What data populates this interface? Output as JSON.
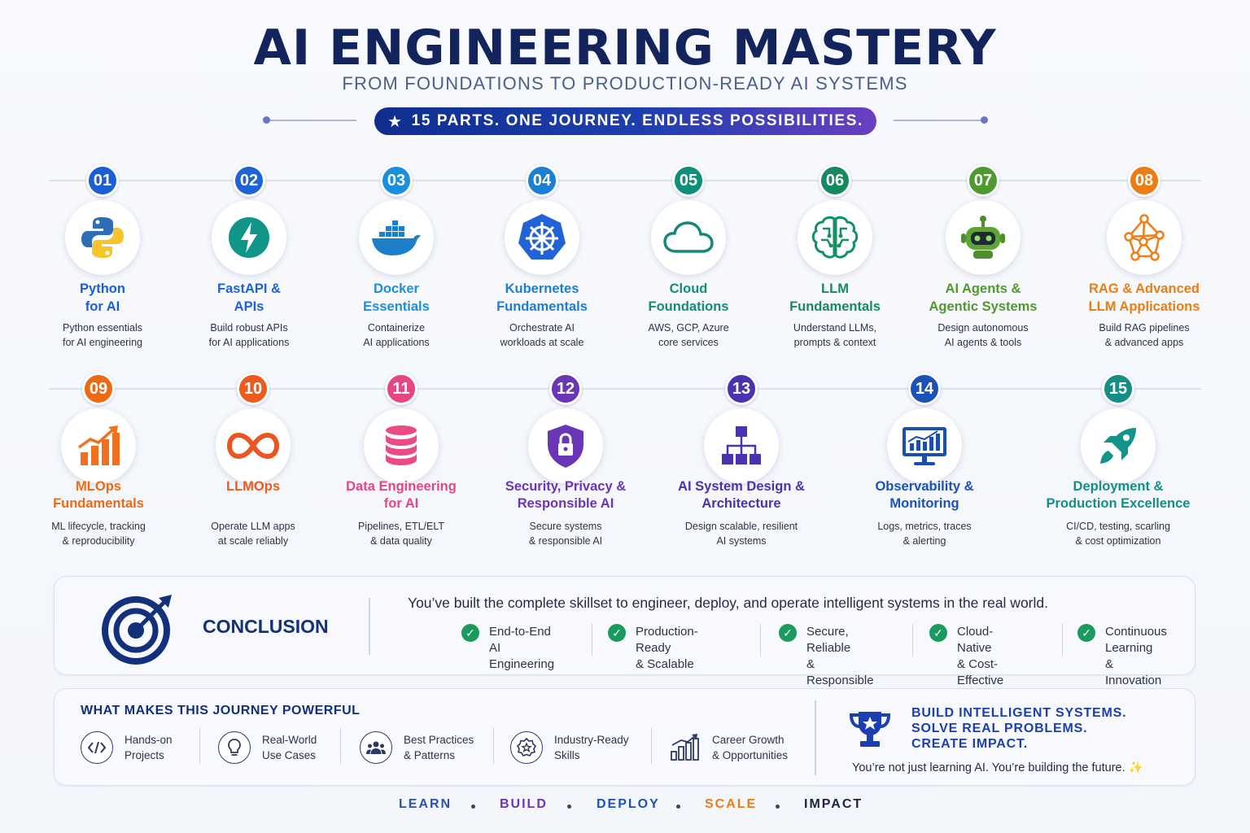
{
  "header": {
    "title": "AI ENGINEERING MASTERY",
    "subtitle": "FROM FOUNDATIONS TO PRODUCTION-READY AI SYSTEMS",
    "banner": "15 PARTS. ONE JOURNEY. ENDLESS POSSIBILITIES."
  },
  "steps": [
    {
      "num": "01",
      "title": "Python\nfor AI",
      "desc": "Python essentials\nfor AI engineering",
      "color": "#1a5fd6",
      "icon": "python-icon"
    },
    {
      "num": "02",
      "title": "FastAPI &\nAPIs",
      "desc": "Build robust APIs\nfor AI applications",
      "color": "#1f63d9",
      "icon": "fastapi-icon"
    },
    {
      "num": "03",
      "title": "Docker\nEssentials",
      "desc": "Containerize\nAI applications",
      "color": "#1a8fe0",
      "icon": "docker-icon"
    },
    {
      "num": "04",
      "title": "Kubernetes\nFundamentals",
      "desc": "Orchestrate AI\nworkloads at scale",
      "color": "#1a7fd6",
      "icon": "kubernetes-icon"
    },
    {
      "num": "05",
      "title": "Cloud\nFoundations",
      "desc": "AWS, GCP, Azure\ncore services",
      "color": "#0e8f7a",
      "icon": "cloud-icon"
    },
    {
      "num": "06",
      "title": "LLM\nFundamentals",
      "desc": "Understand LLMs,\nprompts & context",
      "color": "#148a5e",
      "icon": "brain-icon"
    },
    {
      "num": "07",
      "title": "AI Agents &\nAgentic Systems",
      "desc": "Design autonomous\nAI agents & tools",
      "color": "#4f9a2e",
      "icon": "robot-icon"
    },
    {
      "num": "08",
      "title": "RAG & Advanced\nLLM Applications",
      "desc": "Build RAG pipelines\n& advanced apps",
      "color": "#ec7d12",
      "icon": "network-icon"
    },
    {
      "num": "09",
      "title": "MLOps\nFundamentals",
      "desc": "ML lifecycle, tracking\n& reproducibility",
      "color": "#ec6a12",
      "icon": "growth-chart-icon"
    },
    {
      "num": "10",
      "title": "LLMOps",
      "desc": "Operate LLM apps\nat scale reliably",
      "color": "#ec5a1c",
      "icon": "infinity-icon"
    },
    {
      "num": "11",
      "title": "Data Engineering\nfor AI",
      "desc": "Pipelines, ETL/ELT\n& data quality",
      "color": "#e64684",
      "icon": "database-icon"
    },
    {
      "num": "12",
      "title": "Security, Privacy &\nResponsible AI",
      "desc": "Secure systems\n& responsible AI",
      "color": "#6b35b8",
      "icon": "shield-lock-icon"
    },
    {
      "num": "13",
      "title": "AI System Design &\nArchitecture",
      "desc": "Design scalable, resilient\nAI systems",
      "color": "#4b32b0",
      "icon": "hierarchy-icon"
    },
    {
      "num": "14",
      "title": "Observability &\nMonitoring",
      "desc": "Logs, metrics, traces\n& alerting",
      "color": "#1a52b8",
      "icon": "monitor-icon"
    },
    {
      "num": "15",
      "title": "Deployment &\nProduction Excellence",
      "desc": "CI/CD, testing, scarling\n& cost optimization",
      "color": "#138f86",
      "icon": "rocket-icon"
    }
  ],
  "conclusion": {
    "label": "CONCLUSION",
    "text": "You’ve built the complete skillset to engineer, deploy, and operate intelligent systems in the real world.",
    "items": [
      "End-to-End\nAI Engineering",
      "Production-Ready\n& Scalable",
      "Secure, Reliable\n& Responsible",
      "Cloud-Native\n& Cost-Effective",
      "Continuous Learning\n& Innovation"
    ]
  },
  "journey": {
    "title": "WHAT MAKES THIS JOURNEY POWERFUL",
    "features": [
      {
        "label": "Hands-on\nProjects",
        "icon": "code-icon"
      },
      {
        "label": "Real-World\nUse Cases",
        "icon": "lightbulb-icon"
      },
      {
        "label": "Best Practices\n& Patterns",
        "icon": "team-icon"
      },
      {
        "label": "Industry-Ready\nSkills",
        "icon": "badge-star-icon"
      },
      {
        "label": "Career Growth\n& Opportunities",
        "icon": "bar-growth-icon"
      }
    ],
    "cta": "BUILD INTELLIGENT SYSTEMS.\nSOLVE REAL PROBLEMS.\nCREATE IMPACT.",
    "cta_sub": "You’re not just learning AI. You’re building the future."
  },
  "footer": [
    {
      "word": "LEARN",
      "color": "#2a4fb8"
    },
    {
      "word": "BUILD",
      "color": "#6b35b8"
    },
    {
      "word": "DEPLOY",
      "color": "#1a52b8"
    },
    {
      "word": "SCALE",
      "color": "#ec7d12"
    },
    {
      "word": "IMPACT",
      "color": "#1c2540"
    }
  ]
}
